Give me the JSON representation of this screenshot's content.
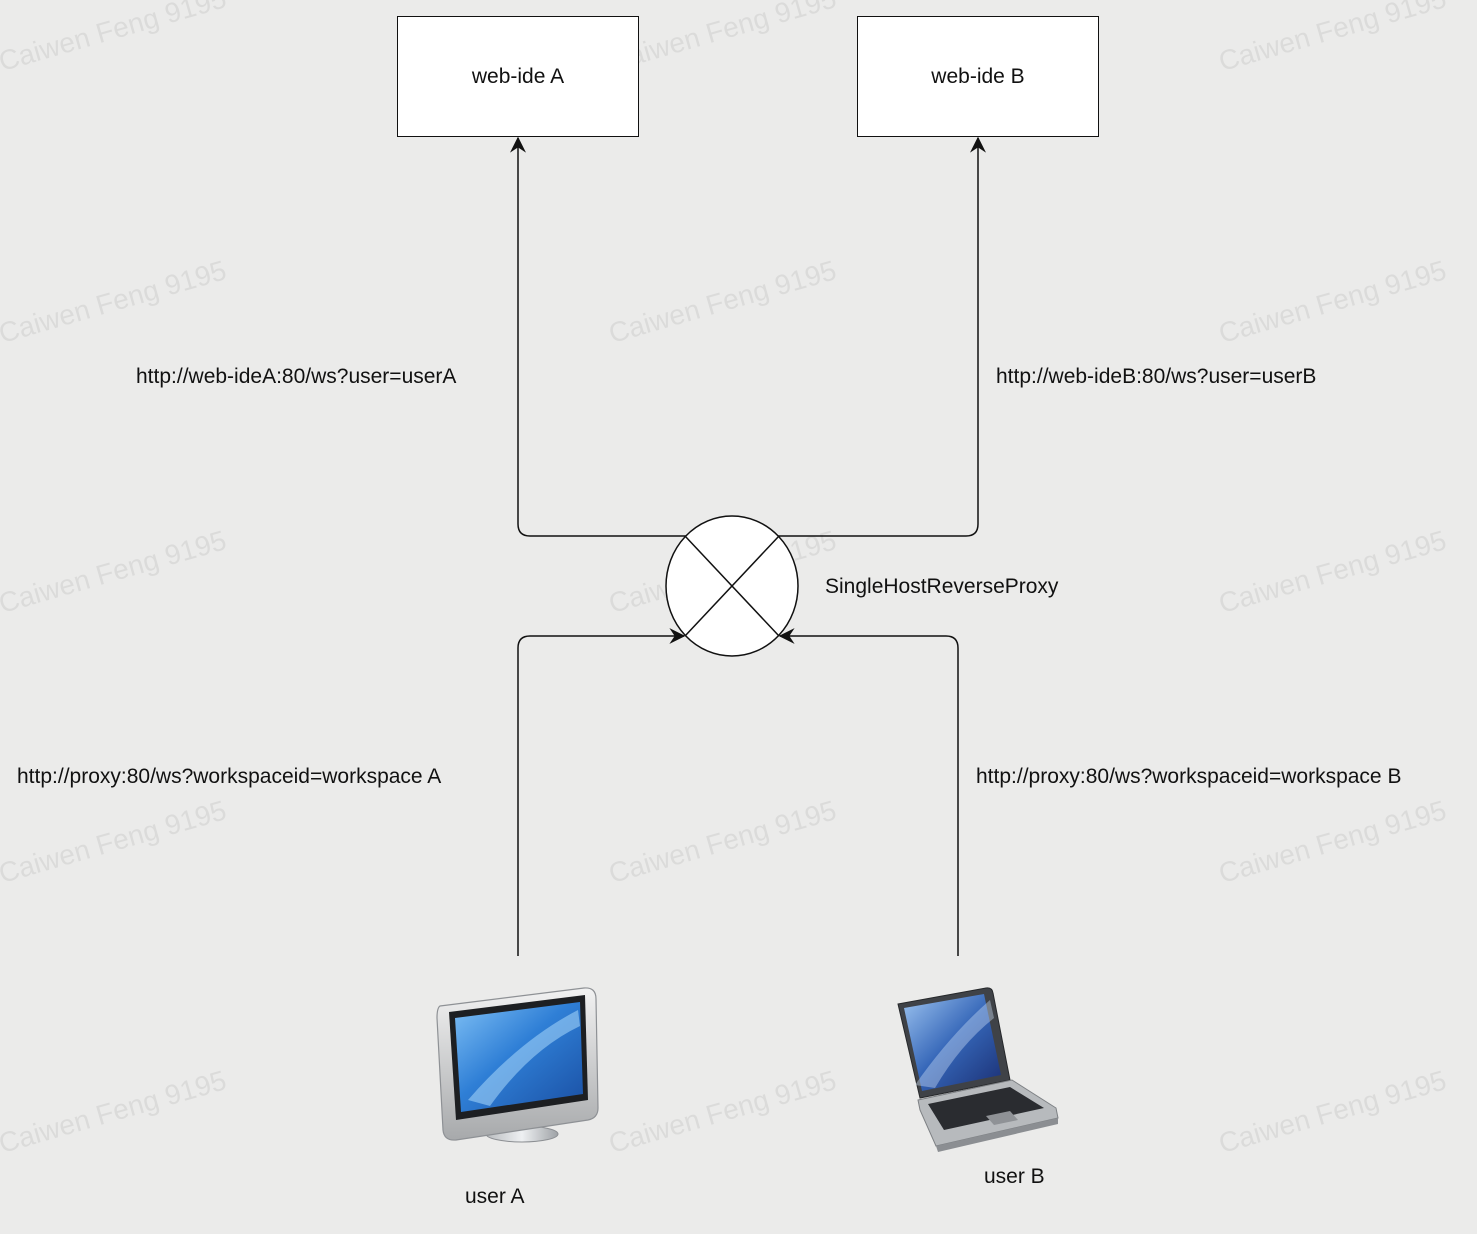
{
  "nodes": {
    "web_ide_a": "web-ide A",
    "web_ide_b": "web-ide B",
    "proxy": "SingleHostReverseProxy",
    "user_a": "user A",
    "user_b": "user B"
  },
  "edges": {
    "proxy_to_ide_a": "http://web-ideA:80/ws?user=userA",
    "proxy_to_ide_b": "http://web-ideB:80/ws?user=userB",
    "user_a_to_proxy": "http://proxy:80/ws?workspaceid=workspace A",
    "user_b_to_proxy": "http://proxy:80/ws?workspaceid=workspace B"
  },
  "icons": {
    "user_a": "desktop-computer-icon",
    "user_b": "laptop-icon"
  },
  "watermark": "Caiwen Feng 9195",
  "colors": {
    "background": "#ebebea",
    "stroke": "#111111",
    "screen": "#2f7fd6"
  }
}
